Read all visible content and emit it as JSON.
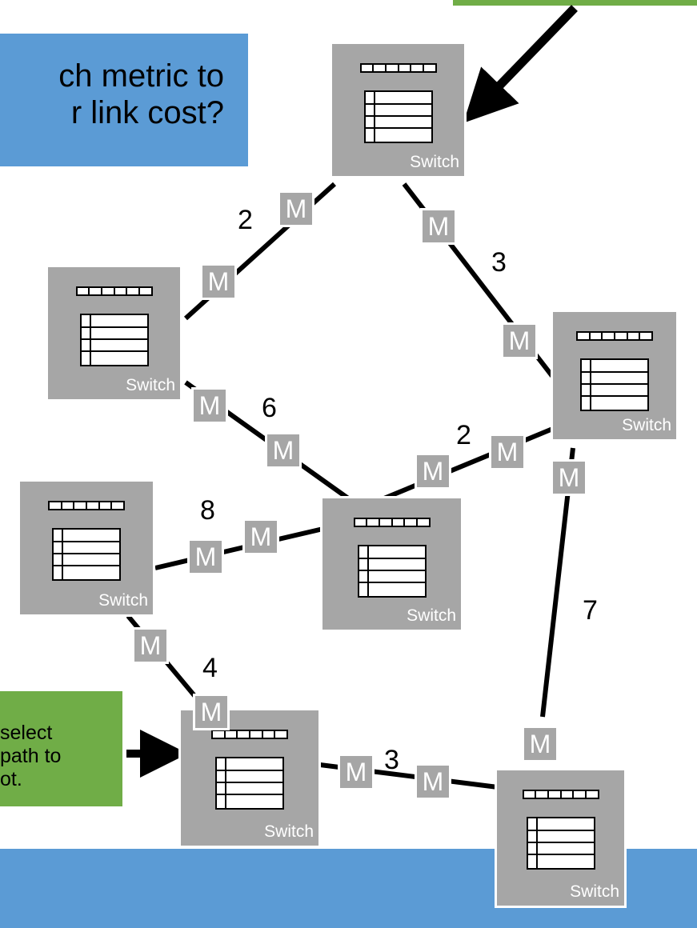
{
  "callout_top": "ch metric to\nr link cost?",
  "callout_top_lines": [
    "ch metric to",
    "r link cost?"
  ],
  "callout_bottom_lines": [
    "select",
    "path to",
    "ot."
  ],
  "switch_label": "Switch",
  "middlebox_label": "M",
  "link_costs": [
    "2",
    "3",
    "6",
    "2",
    "8",
    "7",
    "4",
    "3"
  ],
  "colors": {
    "callout_blue": "#5b9bd5",
    "callout_green": "#70ad47",
    "switch_gray": "#a6a6a6",
    "footer_blue": "#5b9bd5"
  }
}
